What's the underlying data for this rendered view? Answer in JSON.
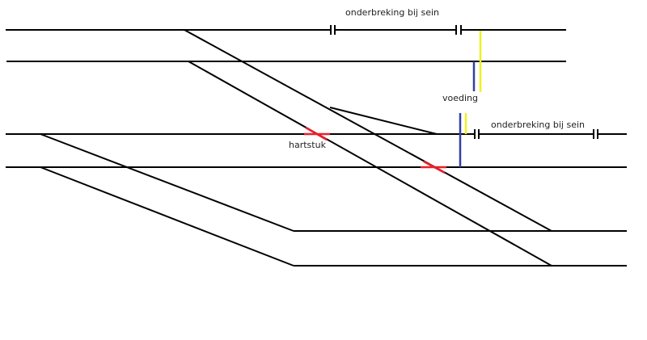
{
  "labels": {
    "top_interruption": "onderbreking bij sein",
    "power_feed": "voeding",
    "right_interruption": "onderbreking bij sein",
    "frog": "hartstuk"
  },
  "colors": {
    "track": "#000000",
    "frog": "#e8202a",
    "feed_blue": "#3040a0",
    "feed_yellow": "#f0f020"
  }
}
